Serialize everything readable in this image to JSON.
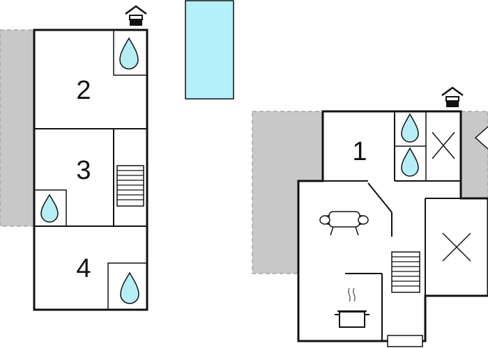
{
  "colors": {
    "wall": "#111111",
    "terrace": "#c8c8c8",
    "pool": "#b3f0f8",
    "water_drop": "#b7eef5",
    "background": "#ffffff"
  },
  "rooms": [
    {
      "label": "2"
    },
    {
      "label": "3"
    },
    {
      "label": "4"
    },
    {
      "label": "1"
    }
  ],
  "icons": [
    "house-entrance-icon",
    "water-drop-icon",
    "staircase-icon",
    "sofa-icon",
    "cooking-pot-icon",
    "crossed-box-icon"
  ]
}
